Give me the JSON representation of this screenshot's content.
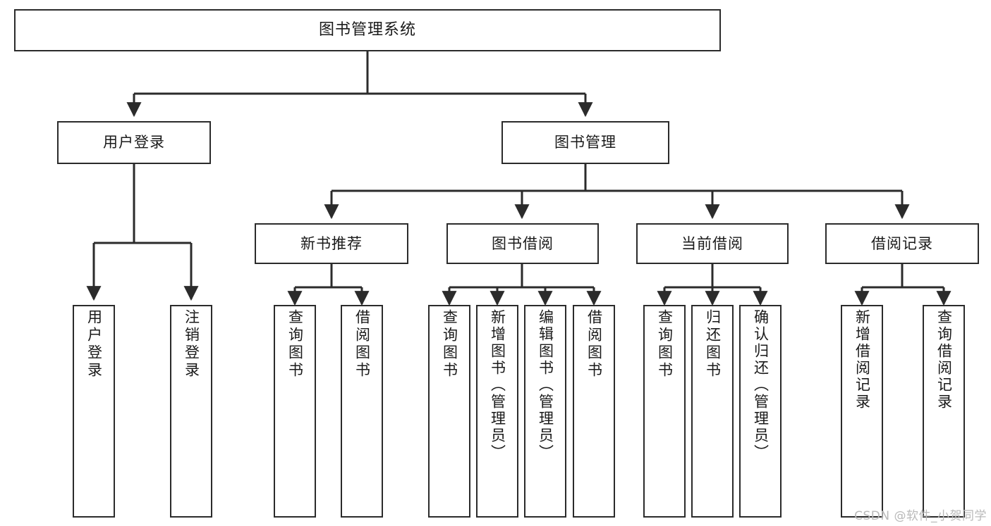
{
  "diagram": {
    "title": "图书管理系统",
    "type": "tree",
    "line_color": "#2b2b2b",
    "box_fill": "#ffffff",
    "text_color": "#1a1a1a"
  },
  "nodes": {
    "root": {
      "label": "图书管理系统"
    },
    "level2": [
      {
        "label": "用户登录"
      },
      {
        "label": "图书管理"
      }
    ],
    "level3": [
      {
        "label": "新书推荐"
      },
      {
        "label": "图书借阅"
      },
      {
        "label": "当前借阅"
      },
      {
        "label": "借阅记录"
      }
    ],
    "leaves": {
      "user_login": [
        {
          "label": "用户登录"
        },
        {
          "label": "注销登录"
        }
      ],
      "new_book": [
        {
          "label": "查询图书"
        },
        {
          "label": "借阅图书"
        }
      ],
      "borrow_book": [
        {
          "label": "查询图书"
        },
        {
          "label": "新增图书（管理员）"
        },
        {
          "label": "编辑图书（管理员）"
        },
        {
          "label": "借阅图书"
        }
      ],
      "current_borrow": [
        {
          "label": "查询图书"
        },
        {
          "label": "归还图书"
        },
        {
          "label": "确认归还（管理员）"
        }
      ],
      "borrow_record": [
        {
          "label": "新增借阅记录"
        },
        {
          "label": "查询借阅记录"
        }
      ]
    }
  },
  "watermark": {
    "text": "CSDN @软件_小贺同学"
  }
}
